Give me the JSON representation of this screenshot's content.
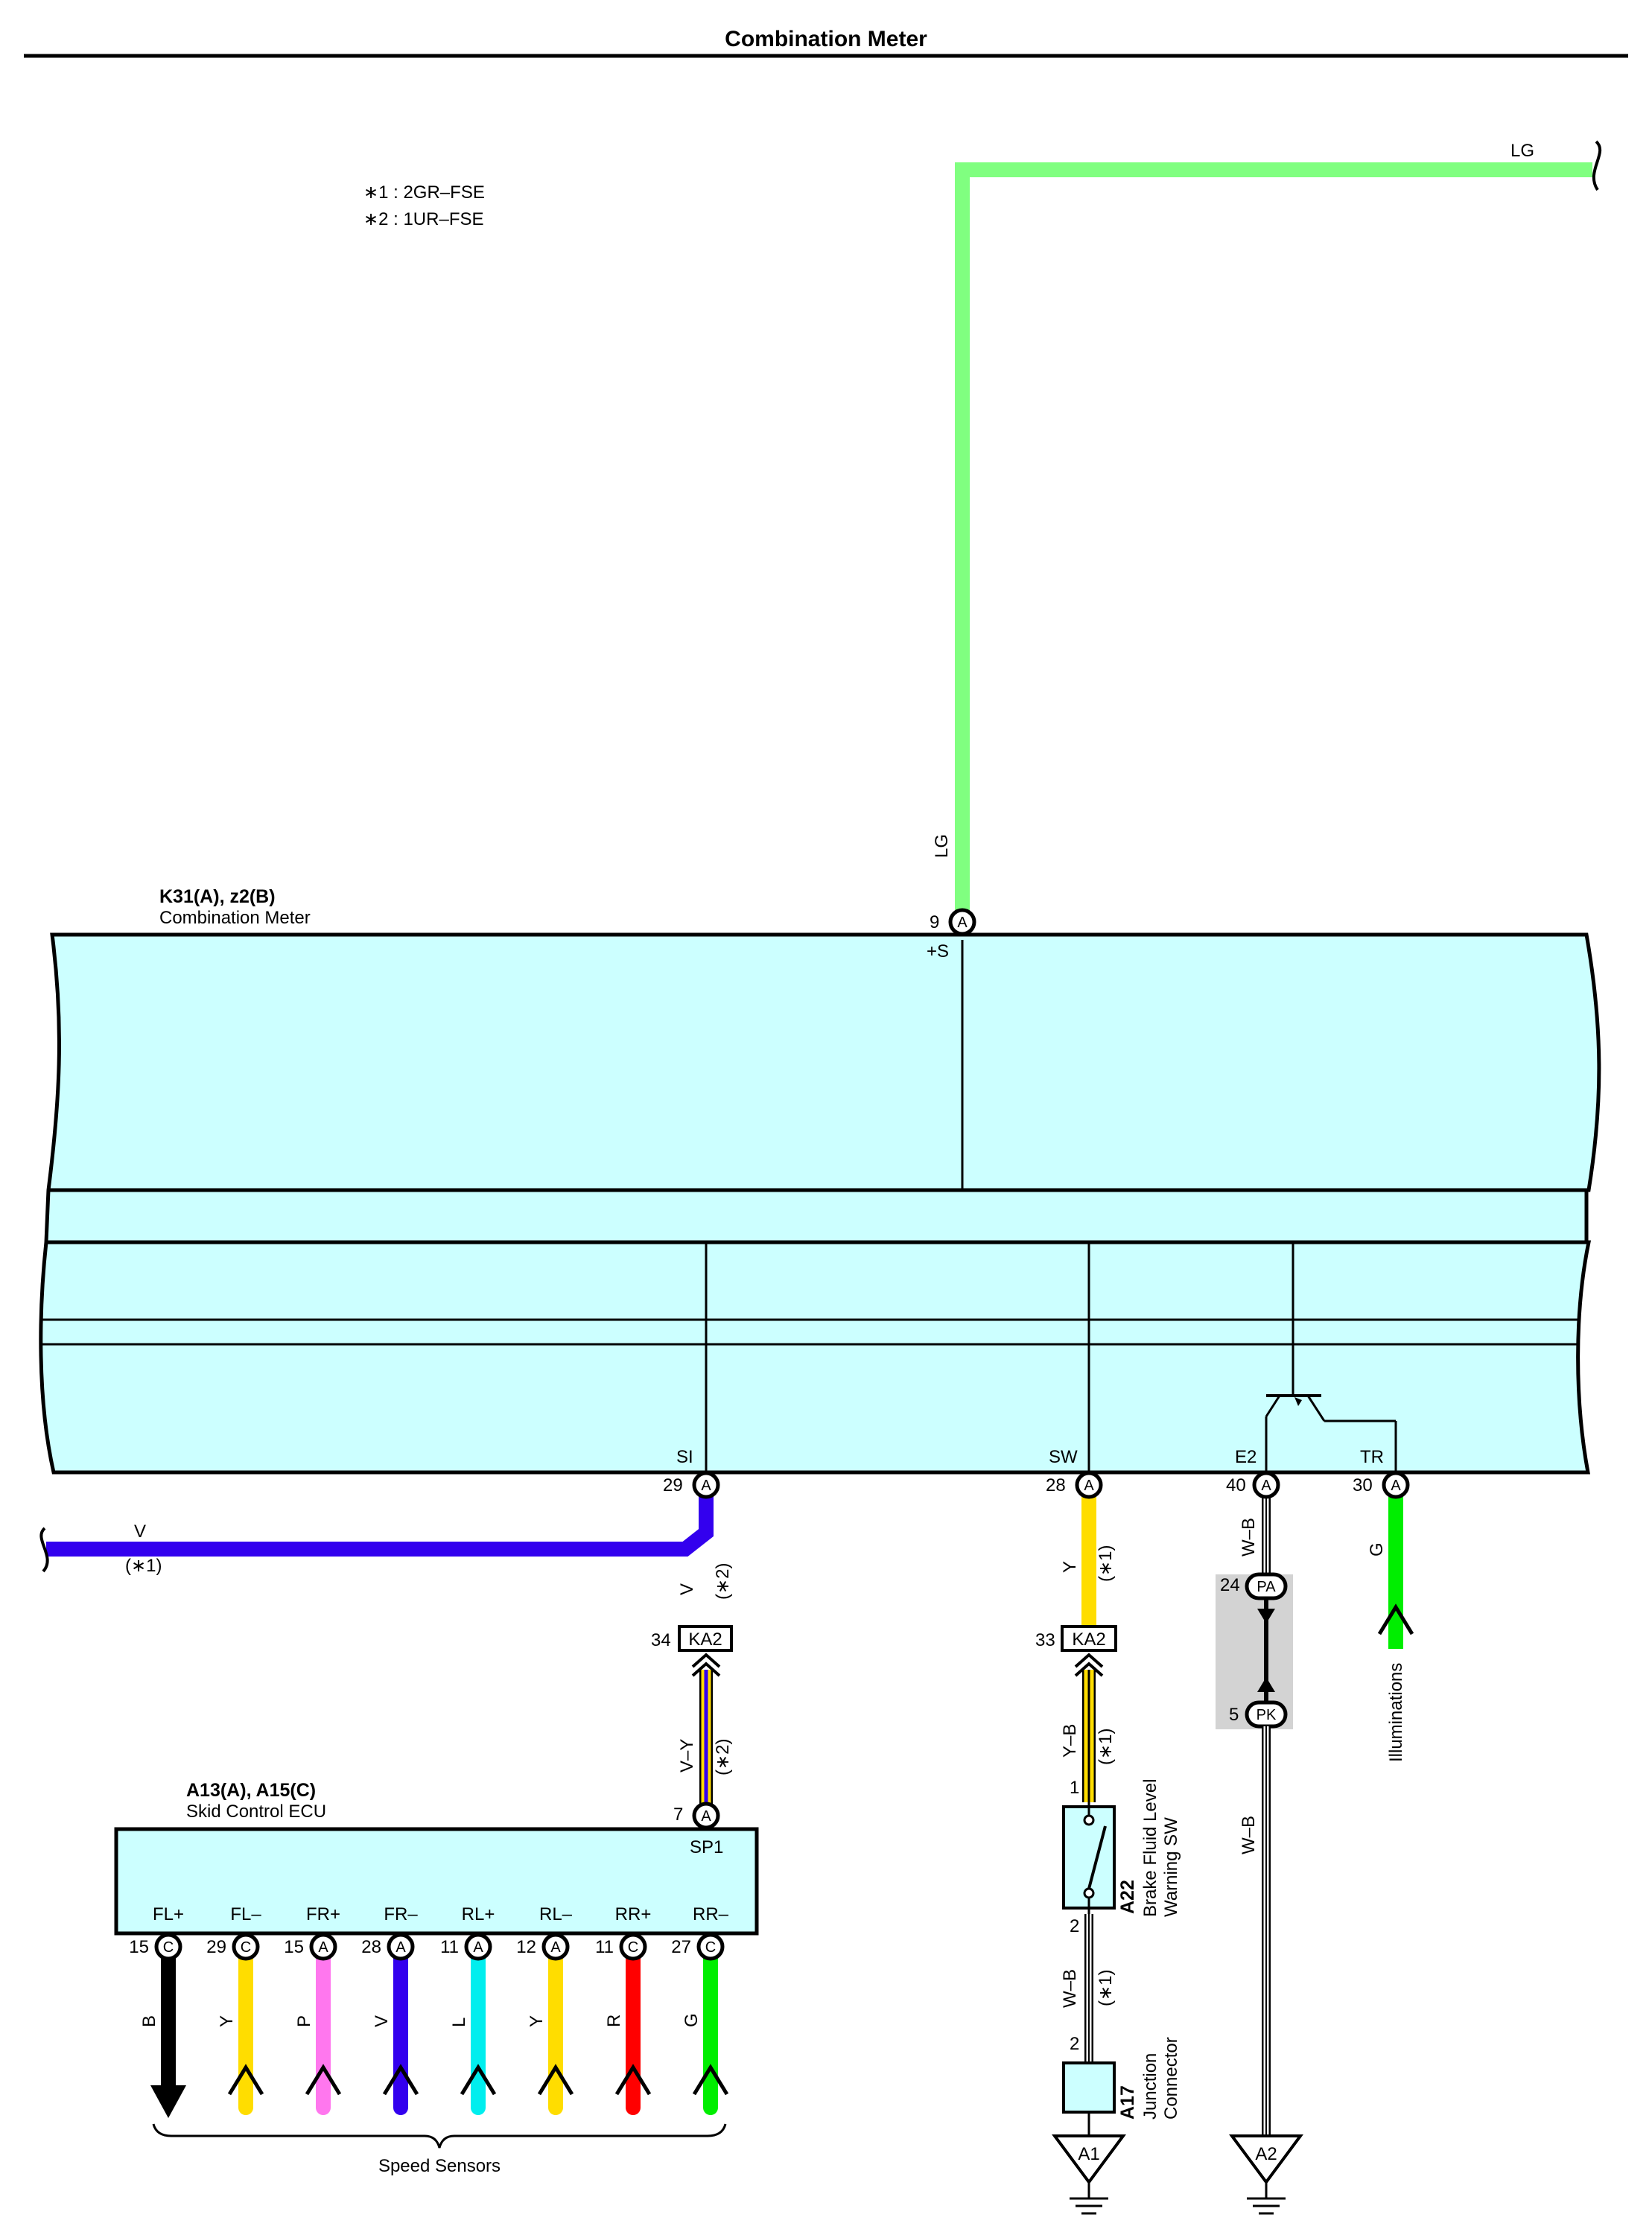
{
  "title": "Combination Meter",
  "notes": [
    "∗1 : 2GR–FSE",
    "∗2 : 1UR–FSE"
  ],
  "meter": {
    "id": "K31(A), z2(B)",
    "name": "Combination Meter",
    "color": "#ccffff",
    "plus_s": {
      "pin": "9",
      "conn": "A",
      "label": "+S",
      "wire": "LG",
      "wire_color": "#80ff80"
    },
    "si": {
      "label": "SI",
      "pin": "29",
      "conn": "A"
    },
    "sw": {
      "label": "SW",
      "pin": "28",
      "conn": "A"
    },
    "e2": {
      "label": "E2",
      "pin": "40",
      "conn": "A"
    },
    "tr": {
      "label": "TR",
      "pin": "30",
      "conn": "A"
    }
  },
  "top_wire_label": "LG",
  "v_wire": {
    "label": "V",
    "note": "(∗1)",
    "color": "#3300ee"
  },
  "si_wire": {
    "label": "V",
    "note": "(∗2)"
  },
  "ka2_left": {
    "pin": "34",
    "name": "KA2"
  },
  "vy_wire": {
    "label": "V–Y",
    "note": "(∗2)"
  },
  "sw_wire": {
    "label": "Y",
    "note": "(∗1)",
    "color": "#ffdd00"
  },
  "ka2_right": {
    "pin": "33",
    "name": "KA2"
  },
  "yb_wire": {
    "label": "Y–B",
    "note": "(∗1)"
  },
  "brake_sw": {
    "id": "A22",
    "name_line1": "Brake Fluid Level",
    "name_line2": "Warning SW",
    "pin_top": "1",
    "pin_bottom": "2"
  },
  "wb_wire_a17": {
    "label": "W–B",
    "note": "(∗1)"
  },
  "a17": {
    "id": "A17",
    "name_line1": "Junction",
    "name_line2": "Connector",
    "pin": "2",
    "ground": "A1"
  },
  "e2_wire": {
    "label": "W–B"
  },
  "pa": {
    "pin": "24",
    "name": "PA"
  },
  "pk": {
    "pin": "5",
    "name": "PK"
  },
  "e2_wire_lower": {
    "label": "W–B",
    "ground": "A2"
  },
  "tr_wire": {
    "label": "G",
    "color": "#00ee00",
    "dest": "Illuminations"
  },
  "ecu": {
    "id": "A13(A), A15(C)",
    "name": "Skid Control ECU",
    "sp1": {
      "pin": "7",
      "conn": "A",
      "label": "SP1"
    },
    "pins": [
      {
        "label": "FL+",
        "pin": "15",
        "conn": "C",
        "wire": "B",
        "color": "#000000"
      },
      {
        "label": "FL–",
        "pin": "29",
        "conn": "C",
        "wire": "Y",
        "color": "#ffdd00"
      },
      {
        "label": "FR+",
        "pin": "15",
        "conn": "A",
        "wire": "P",
        "color": "#ff77ee"
      },
      {
        "label": "FR–",
        "pin": "28",
        "conn": "A",
        "wire": "V",
        "color": "#3300ee"
      },
      {
        "label": "RL+",
        "pin": "11",
        "conn": "A",
        "wire": "L",
        "color": "#00eeee"
      },
      {
        "label": "RL–",
        "pin": "12",
        "conn": "A",
        "wire": "Y",
        "color": "#ffdd00"
      },
      {
        "label": "RR+",
        "pin": "11",
        "conn": "C",
        "wire": "R",
        "color": "#ff0000"
      },
      {
        "label": "RR–",
        "pin": "27",
        "conn": "C",
        "wire": "G",
        "color": "#00ee00"
      }
    ],
    "group_label": "Speed Sensors"
  }
}
